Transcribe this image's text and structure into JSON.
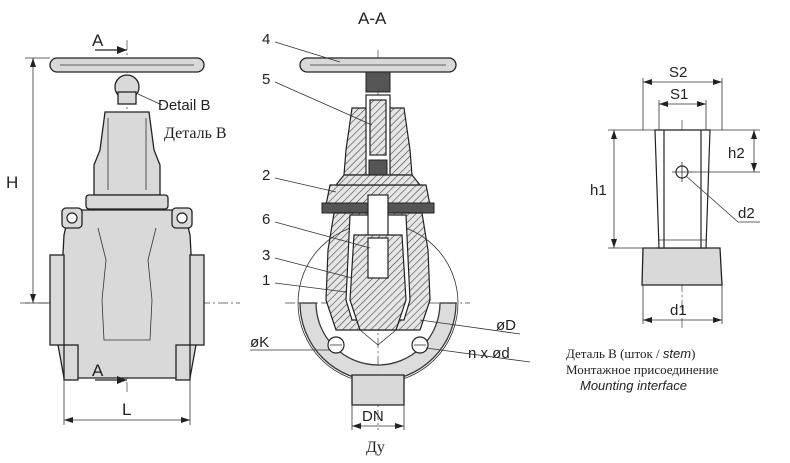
{
  "title": "A-A",
  "section_marks": {
    "top": "A",
    "bottom": "A"
  },
  "front_view": {
    "dim_height": "H",
    "dim_length": "L",
    "detail_callout_en": "Detail B",
    "detail_callout_ru": "Деталь В"
  },
  "section_view": {
    "parts": [
      "4",
      "5",
      "2",
      "6",
      "3",
      "1"
    ],
    "dim_bolt_circle": "øK",
    "dim_outer": "øD",
    "dim_holes": "n x ød",
    "dim_nominal": "DN",
    "dim_nominal_ru": "Ду"
  },
  "detail_view": {
    "s2": "S2",
    "s1": "S1",
    "h1": "h1",
    "h2": "h2",
    "d2": "d2",
    "d1": "d1",
    "caption_line1_ru": "Деталь В (шток / ",
    "caption_line1_it": "stem",
    "caption_line1_end": ")",
    "caption_line2_ru": "Монтажное присоединение",
    "caption_line3_en": "Mounting interface"
  },
  "colors": {
    "line": "#222222",
    "fill": "#d9d9d9",
    "hatch": "#555555"
  }
}
